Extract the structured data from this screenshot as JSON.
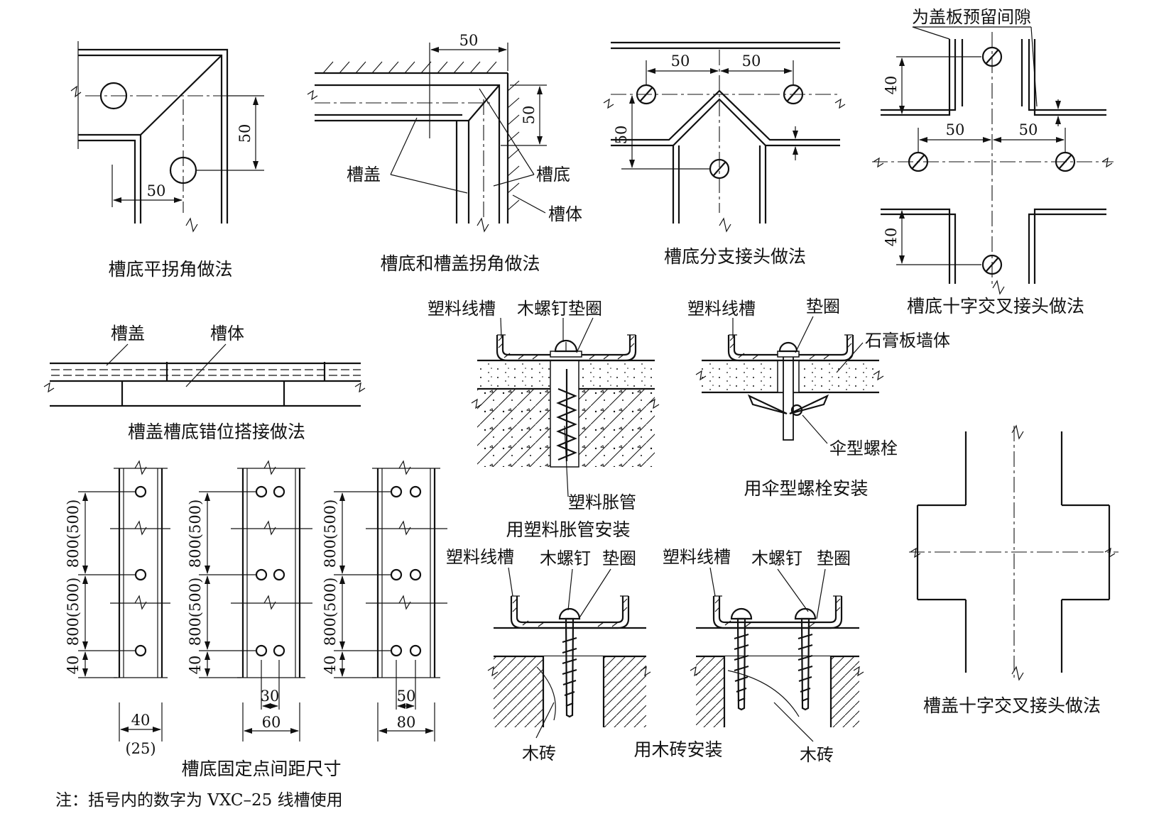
{
  "captions": {
    "flat_corner": "槽底平拐角做法",
    "base_cover_corner": "槽底和槽盖拐角做法",
    "branch_joint": "槽底分支接头做法",
    "cross_joint_base": "槽底十字交叉接头做法",
    "staggered_lap": "槽盖槽底错位搭接做法",
    "fixing_spacing": "槽底固定点间距尺寸",
    "expansion_install": "用塑料胀管安装",
    "umbrella_install": "用伞型螺栓安装",
    "wood_brick_install": "用木砖安装",
    "cover_cross_joint": "槽盖十字交叉接头做法"
  },
  "labels": {
    "cover": "槽盖",
    "base": "槽底",
    "body": "槽体",
    "plastic_trough": "塑料线槽",
    "wood_screw_washer": "木螺钉垫圈",
    "washer": "垫圈",
    "wood_screw": "木螺钉",
    "gypsum_wall": "石膏板墙体",
    "umbrella_bolt": "伞型螺栓",
    "plastic_anchor": "塑料胀管",
    "wood_brick": "木砖",
    "cover_gap": "为盖板预留间隙"
  },
  "dims": {
    "d50": "50",
    "d40": "40",
    "d30": "30",
    "d60": "60",
    "d80": "80",
    "d25": "(25)",
    "d800": "800(500)"
  },
  "note": "注：括号内的数字为 VXC–25 线槽使用"
}
